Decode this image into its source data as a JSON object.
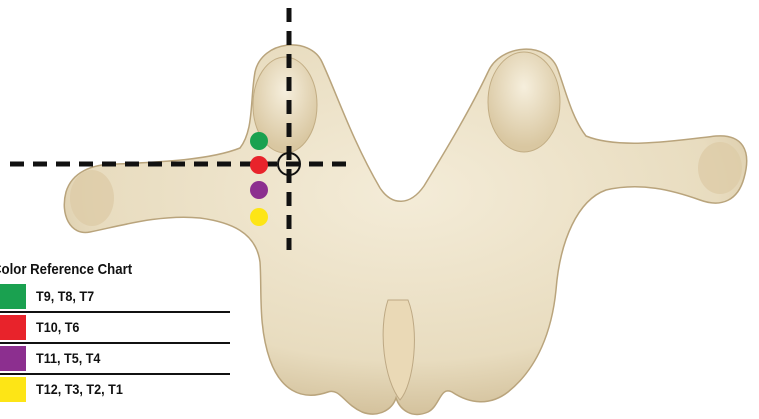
{
  "legend": {
    "title": "Color Reference Chart",
    "items": [
      {
        "color": "#1aa150",
        "label": "T9, T8, T7"
      },
      {
        "color": "#e8232b",
        "label": "T10, T6"
      },
      {
        "color": "#8c2f8f",
        "label": "T11, T5, T4"
      },
      {
        "color": "#fde516",
        "label": "T12, T3, T2, T1"
      }
    ]
  },
  "markers": [
    {
      "color": "#1aa150",
      "name": "green-dot"
    },
    {
      "color": "#e8232b",
      "name": "red-dot"
    },
    {
      "color": "#8c2f8f",
      "name": "purple-dot"
    },
    {
      "color": "#fde516",
      "name": "yellow-dot"
    }
  ],
  "crosshair_color": "#111111",
  "bone_colors": {
    "fill": "#e8dcbf",
    "shadow": "#c9b58f",
    "highlight": "#f4ecd8"
  }
}
